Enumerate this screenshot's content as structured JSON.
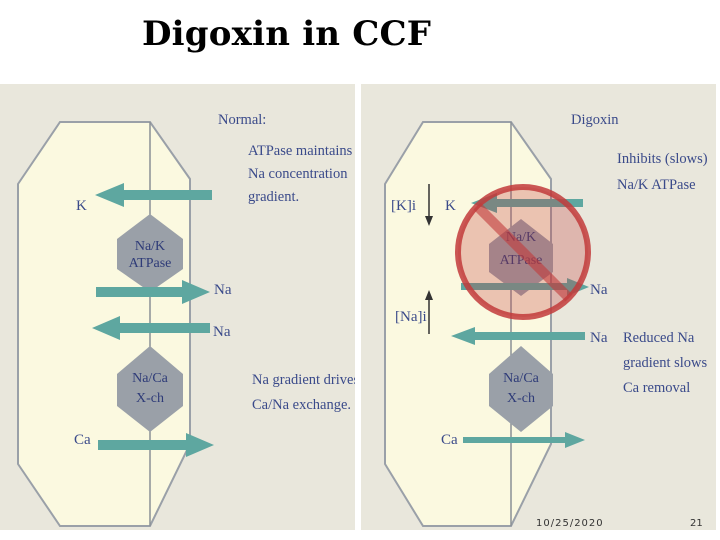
{
  "slide": {
    "title": "Digoxin in CCF",
    "footer_date": "10/25/2020",
    "slide_number": "21"
  },
  "colors": {
    "panel_bg": "#e9e7dc",
    "cell_fill": "#fbf9e0",
    "arrow_teal": "#5ea7a0",
    "hexagon_gray": "#9aa0a8",
    "label_blue": "#3a4a8a",
    "prohibit_red": "#c23b3b"
  },
  "left_panel": {
    "heading": "Normal:",
    "note1": [
      "ATPase maintains",
      "Na concentration",
      "gradient."
    ],
    "pump_label": [
      "Na/K",
      "ATPase"
    ],
    "exchanger_label": [
      "Na/Ca",
      "X-ch"
    ],
    "k_label": "K",
    "na_out_label": "Na",
    "na_in_label": "Na",
    "ca_label": "Ca",
    "note2": [
      "Na gradient drives",
      "Ca/Na exchange."
    ]
  },
  "right_panel": {
    "heading": "Digoxin",
    "note1": [
      "Inhibits (slows)",
      "Na/K  ATPase"
    ],
    "pump_label": [
      "Na/K",
      "ATPase"
    ],
    "exchanger_label": [
      "Na/Ca",
      "X-ch"
    ],
    "ki_label": "[K]i",
    "nai_label": "[Na]i",
    "k_label": "K",
    "na_out_label": "Na",
    "na_in_label": "Na",
    "ca_label": "Ca",
    "note2": [
      "Reduced Na",
      "gradient slows",
      "Ca removal"
    ]
  }
}
